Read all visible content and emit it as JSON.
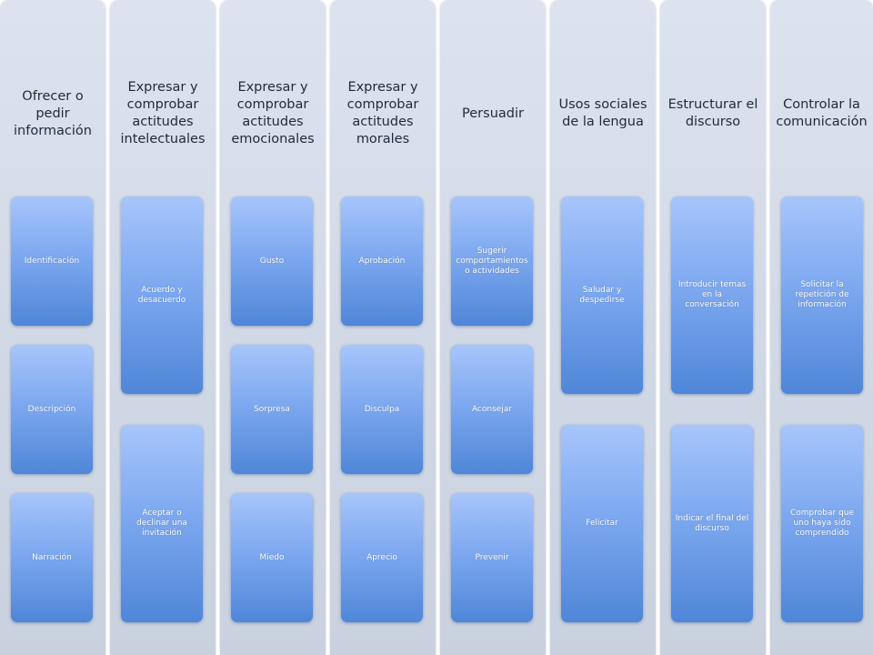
{
  "columns": [
    {
      "title": "Ofrecer o pedir información",
      "items": [
        "Identificación",
        "Descripción",
        "Narración"
      ]
    },
    {
      "title": "Expresar y comprobar actitudes intelectuales",
      "items": [
        "Acuerdo y desacuerdo",
        "Aceptar o declinar una invitación"
      ]
    },
    {
      "title": "Expresar y comprobar actitudes emocionales",
      "items": [
        "Gusto",
        "Sorpresa",
        "Miedo"
      ]
    },
    {
      "title": "Expresar y comprobar actitudes morales",
      "items": [
        "Aprobación",
        "Disculpa",
        "Aprecio"
      ]
    },
    {
      "title": "Persuadir",
      "items": [
        "Sugerir comportamientos o actividades",
        "Aconsejar",
        "Prevenir"
      ]
    },
    {
      "title": "Usos sociales de la lengua",
      "items": [
        "Saludar y despedirse",
        "Felicitar"
      ]
    },
    {
      "title": "Estructurar el discurso",
      "items": [
        "Introducir temas en la conversación",
        "Indicar el final del discurso"
      ]
    },
    {
      "title": "Controlar la comunicación",
      "items": [
        "Solicitar la repetición de información",
        "Comprobar que uno haya sido comprendido"
      ]
    }
  ]
}
